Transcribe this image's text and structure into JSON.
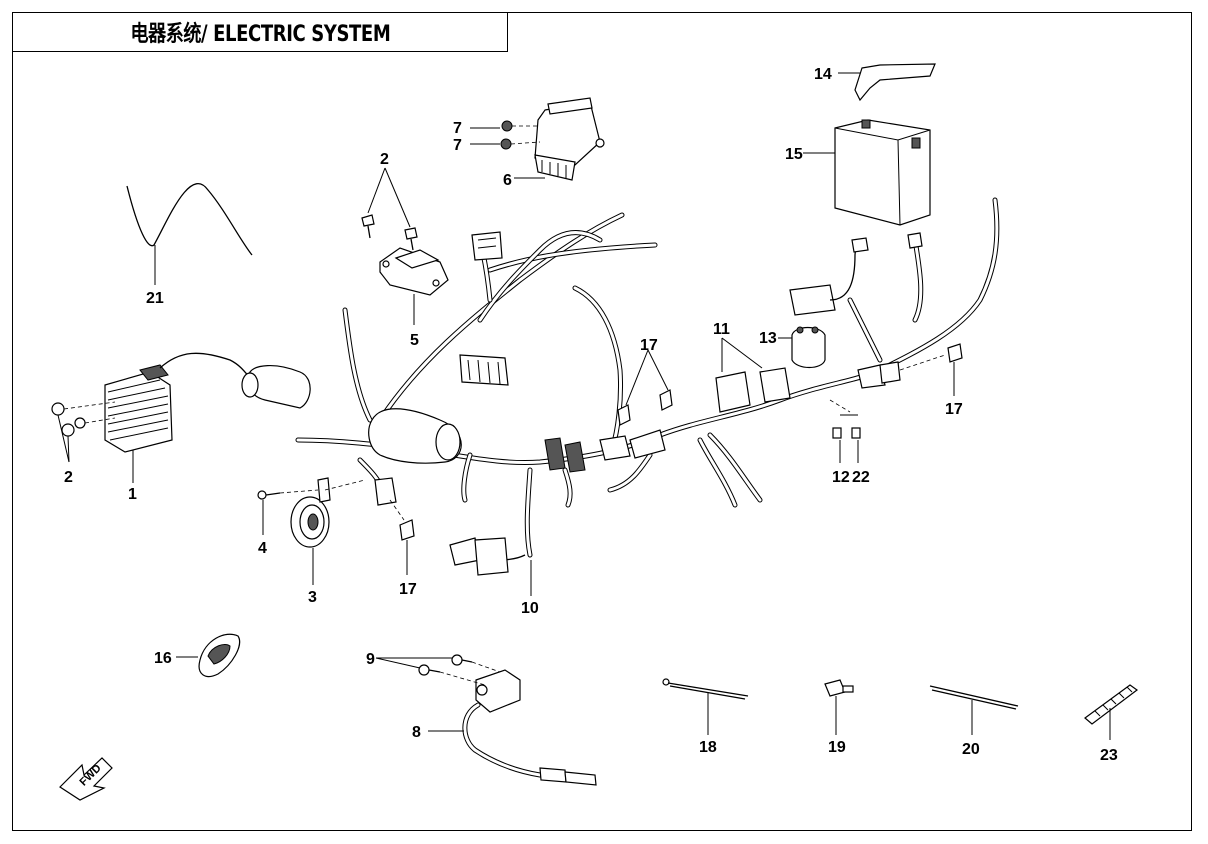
{
  "title": "电器系统/ ELECTRIC SYSTEM",
  "callouts": {
    "c1": "1",
    "c2a": "2",
    "c2b": "2",
    "c3": "3",
    "c4": "4",
    "c5": "5",
    "c6": "6",
    "c7a": "7",
    "c7b": "7",
    "c8": "8",
    "c9": "9",
    "c10": "10",
    "c11": "11",
    "c12": "12",
    "c13": "13",
    "c14": "14",
    "c15": "15",
    "c16": "16",
    "c17a": "17",
    "c17b": "17",
    "c17c": "17",
    "c18": "18",
    "c19": "19",
    "c20": "20",
    "c21": "21",
    "c22": "22",
    "c23": "23"
  },
  "fwd_label": "FWD"
}
